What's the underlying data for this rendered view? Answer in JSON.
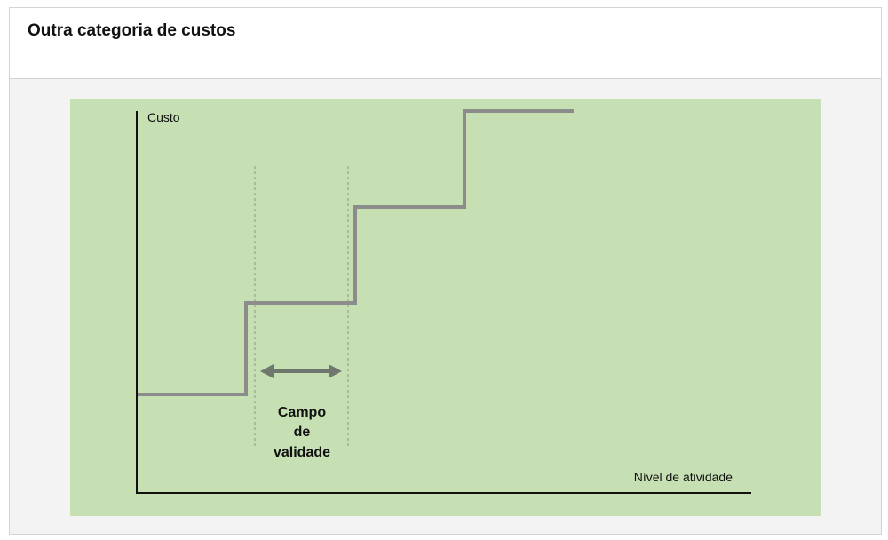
{
  "header": {
    "title": "Outra categoria de custos"
  },
  "diagram": {
    "y_axis_label": "Custo",
    "x_axis_label": "Nível de atividade",
    "annotation_lines": [
      "Campo",
      "de",
      "validade"
    ],
    "colors": {
      "panel": "#c6e0b4",
      "step_line": "#8c8c8c",
      "arrow": "#6f776f",
      "axis": "#111111"
    }
  }
}
